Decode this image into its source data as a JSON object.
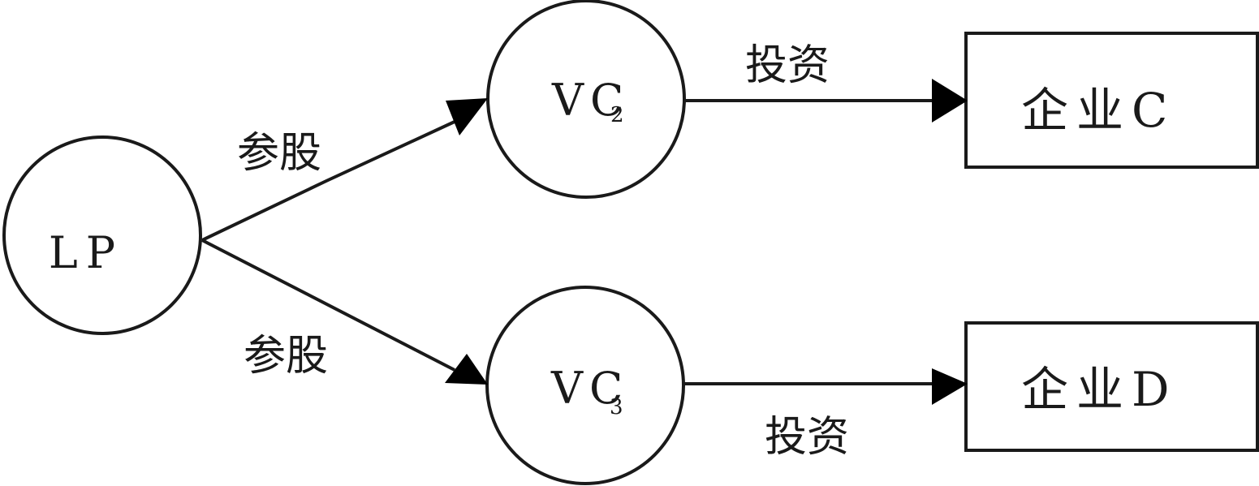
{
  "nodes": {
    "lp": {
      "label": "LP"
    },
    "vc2": {
      "label": "VC",
      "subscript": "2"
    },
    "vc3": {
      "label": "VC",
      "subscript": "3"
    },
    "company_c": {
      "label": "企业C"
    },
    "company_d": {
      "label": "企业D"
    }
  },
  "edges": {
    "lp_vc2": {
      "label": "参股"
    },
    "lp_vc3": {
      "label": "参股"
    },
    "vc2_c": {
      "label": "投资"
    },
    "vc3_d": {
      "label": "投资"
    }
  },
  "colors": {
    "stroke": "#1a1a1a",
    "arrowhead": "#000000",
    "background": "#ffffff"
  }
}
